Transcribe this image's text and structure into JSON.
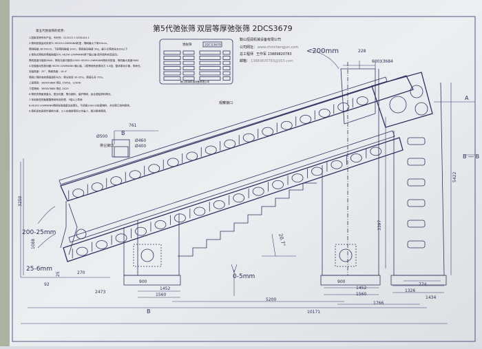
{
  "title": {
    "generation": "第5代弛张筛",
    "model_name": "双层等厚弛张筛 2DCS3679"
  },
  "notes": {
    "heading": "第五代弛张筛的优势:",
    "lines": [
      "1.国家发明专利产品，专利号：ZL2015 1 0235424.1",
      "2.筛网张弛运动采用TL HEZHI LOWMANN机型，筛网最大下弯45mm。",
      "筛网振幅 36-50mm，下层筛网振幅 3mm，筛网振动强度 50g，最于式筛选含水8%以下",
      "3.弛张式筛机的筛板振幅为TL HEZHI LOWMANN两个偏心轴-连杆结构实现运动。",
      "筛机宽度可做到3600，筛机长度可做到10000 HEZHI LOWMANN筛系列型谱，筛机最大宽度3600",
      "4.双轴驱动的振动器 HEZHI LOWMANN 偏心轴，2层筛网系统振动力 3-4倍，整体振动平衡，寿命长。",
      "安装角度：25°，筛面角度：16.4°",
      "筛网上筛的有效筛面面积与为：筛分效率 90-95%，筛面孔径 70%。",
      "上层筛网：3600X3684 筛孔 25X58，12X48",
      "下层筛网：3600X3684 筛孔 3X29",
      "6.筛机的筛面宽度大，更加可靠，筛分细料，保护筛网，适合湿粘物料筛分。",
      "7.采用新型的聚氨酯筛网有效处理，3倍以上寿命",
      "8.HEZHI LOWMANN筛网张弛角度动态筛孔，可承载100mm粒度物料，并且筛口结构简单。",
      "9.筛机具有易损件更换方便，工人在维修筛网工作量少，是对更换筛网。"
    ]
  },
  "nameplate": {
    "name": "弛张筛",
    "model": "2DCS3679",
    "footer": "鞍山恒润机械设备有限公司"
  },
  "company": {
    "name": "鞍山恒润机械设备有限公司",
    "website_label": "公司网址：",
    "website": "www.chinchengjun.com",
    "engineer_label": "总工程师",
    "engineer": "王作军 13889820783",
    "email_label": "邮箱：",
    "email": "13889820783@163.com"
  },
  "labels": {
    "dust_port": "排尘接口",
    "observation_port": "观察接口",
    "feed_size": "<200mm",
    "upper_product": "200-25mm",
    "middle_product": "25-6mm",
    "undersize": "0-5mm",
    "angle": "20.7°",
    "section_a": "A",
    "section_b": "B",
    "section_b2": "B",
    "section_bb": "B — B"
  },
  "dimensions": {
    "d761": "761",
    "d500": "Ø500",
    "d460": "Ø460",
    "d400": "Ø400",
    "d228": "228",
    "d600x3684": "600X3684",
    "d5422": "5422",
    "d3397": "3397",
    "d3250": "3250",
    "d1088": "1088",
    "d270": "270",
    "d25": "25",
    "d92": "92",
    "d2473": "2473",
    "d900a": "900",
    "d1452a": "1452",
    "d1560a": "1560",
    "d900b": "900",
    "d1452b": "1452",
    "d1560b": "1560",
    "d5200": "5200",
    "d10171": "10171",
    "d1766": "1766",
    "d774": "774",
    "d1326": "1326",
    "d1434": "1434"
  },
  "colors": {
    "paper": "#e9eaee",
    "ink": "#2d3060"
  }
}
